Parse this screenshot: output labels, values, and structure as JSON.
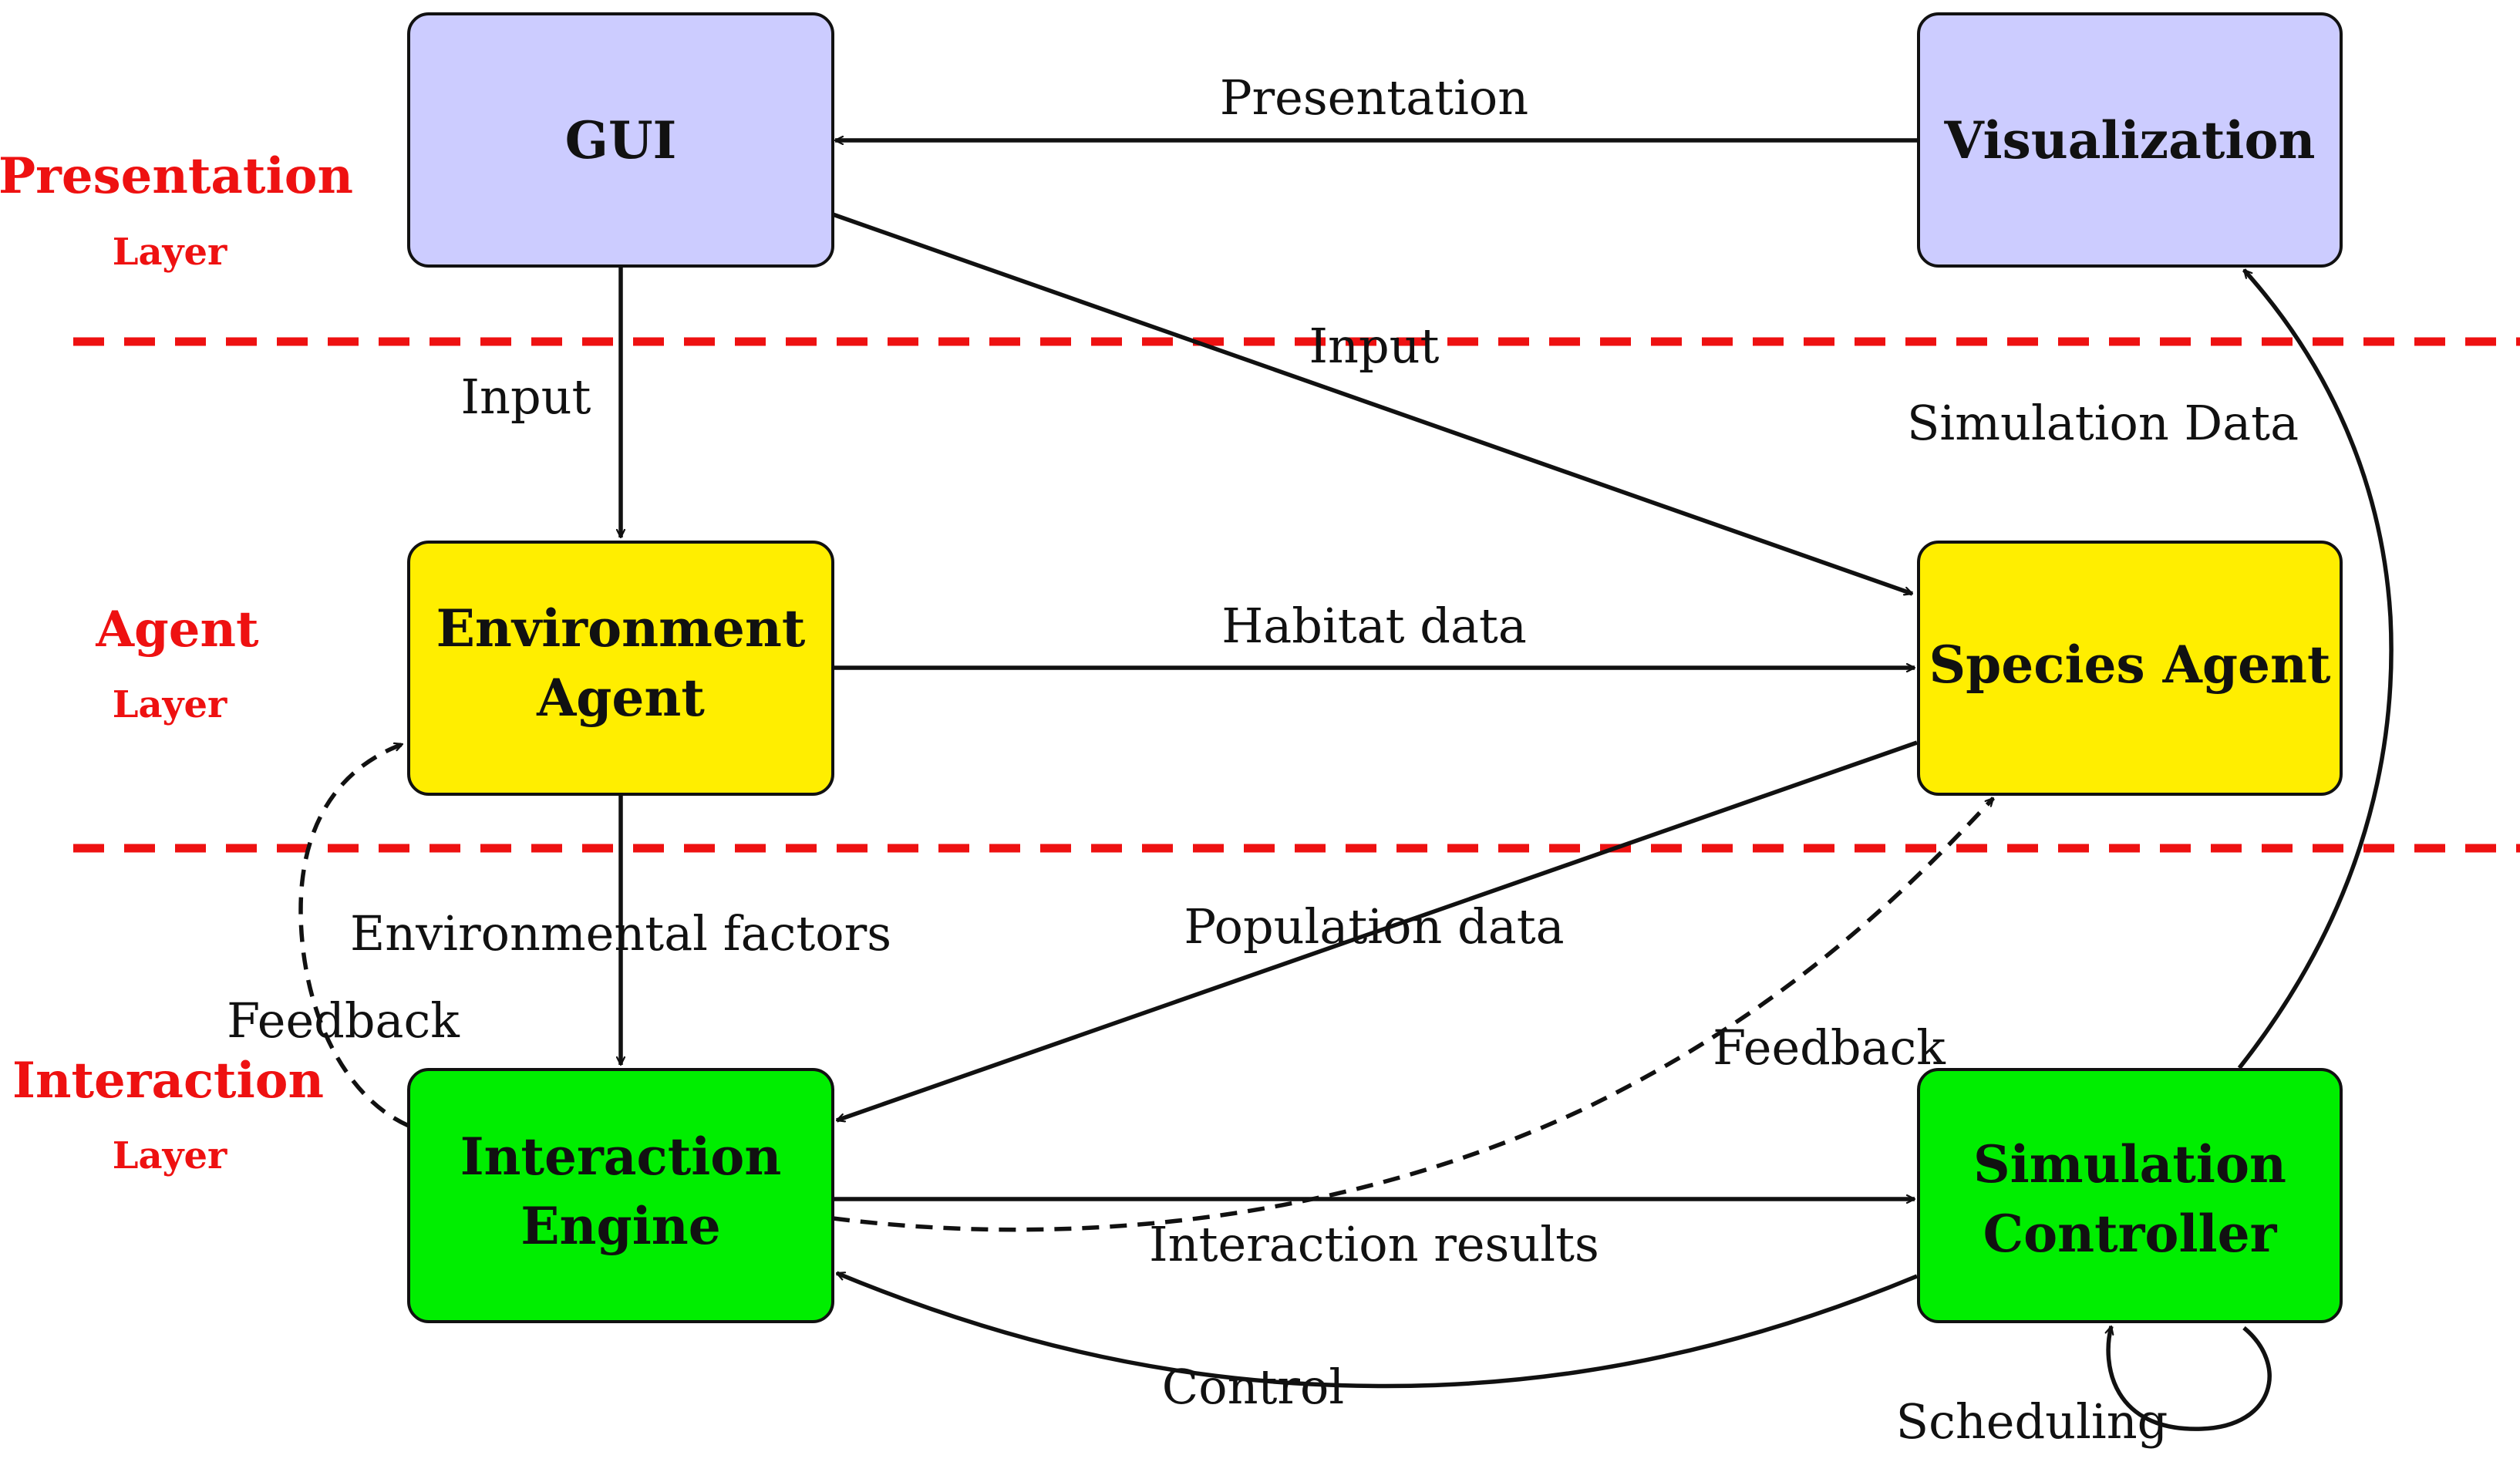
{
  "colors": {
    "presentation_fill": "#ccccff",
    "agent_fill": "#ffee00",
    "interaction_fill": "#00ee00",
    "layer_label": "#ee1111",
    "divider": "#ee1111",
    "stroke": "#111111"
  },
  "layers": [
    {
      "id": "presentation",
      "title": "Presentation",
      "sub": "Layer"
    },
    {
      "id": "agent",
      "title": "Agent",
      "sub": "Layer"
    },
    {
      "id": "interaction",
      "title": "Interaction",
      "sub": "Layer"
    }
  ],
  "nodes": [
    {
      "id": "gui",
      "lines": [
        "GUI"
      ],
      "layer": "presentation"
    },
    {
      "id": "visualization",
      "lines": [
        "Visualization"
      ],
      "layer": "presentation"
    },
    {
      "id": "environment_agent",
      "lines": [
        "Environment",
        "Agent"
      ],
      "layer": "agent"
    },
    {
      "id": "species_agent",
      "lines": [
        "Species Agent"
      ],
      "layer": "agent"
    },
    {
      "id": "interaction_engine",
      "lines": [
        "Interaction",
        "Engine"
      ],
      "layer": "interaction"
    },
    {
      "id": "simulation_controller",
      "lines": [
        "Simulation",
        "Controller"
      ],
      "layer": "interaction"
    }
  ],
  "edges": [
    {
      "id": "presentation",
      "from": "visualization",
      "to": "gui",
      "label": "Presentation",
      "style": "solid"
    },
    {
      "id": "input_gui_env",
      "from": "gui",
      "to": "environment_agent",
      "label": "Input",
      "style": "solid"
    },
    {
      "id": "input_gui_species",
      "from": "gui",
      "to": "species_agent",
      "label": "Input",
      "style": "solid"
    },
    {
      "id": "habitat_data",
      "from": "environment_agent",
      "to": "species_agent",
      "label": "Habitat data",
      "style": "solid"
    },
    {
      "id": "environmental_factors",
      "from": "environment_agent",
      "to": "interaction_engine",
      "label": "Environmental factors",
      "style": "solid"
    },
    {
      "id": "population_data",
      "from": "species_agent",
      "to": "interaction_engine",
      "label": "Population data",
      "style": "solid"
    },
    {
      "id": "feedback_env",
      "from": "interaction_engine",
      "to": "environment_agent",
      "label": "Feedback",
      "style": "dashed"
    },
    {
      "id": "feedback_species",
      "from": "interaction_engine",
      "to": "species_agent",
      "label": "Feedback",
      "style": "dashed"
    },
    {
      "id": "interaction_results",
      "from": "interaction_engine",
      "to": "simulation_controller",
      "label": "Interaction results",
      "style": "solid"
    },
    {
      "id": "control",
      "from": "simulation_controller",
      "to": "interaction_engine",
      "label": "Control",
      "style": "solid"
    },
    {
      "id": "scheduling",
      "from": "simulation_controller",
      "to": "simulation_controller",
      "label": "Scheduling",
      "style": "solid"
    },
    {
      "id": "simulation_data",
      "from": "simulation_controller",
      "to": "visualization",
      "label": "Simulation Data",
      "style": "solid"
    }
  ]
}
